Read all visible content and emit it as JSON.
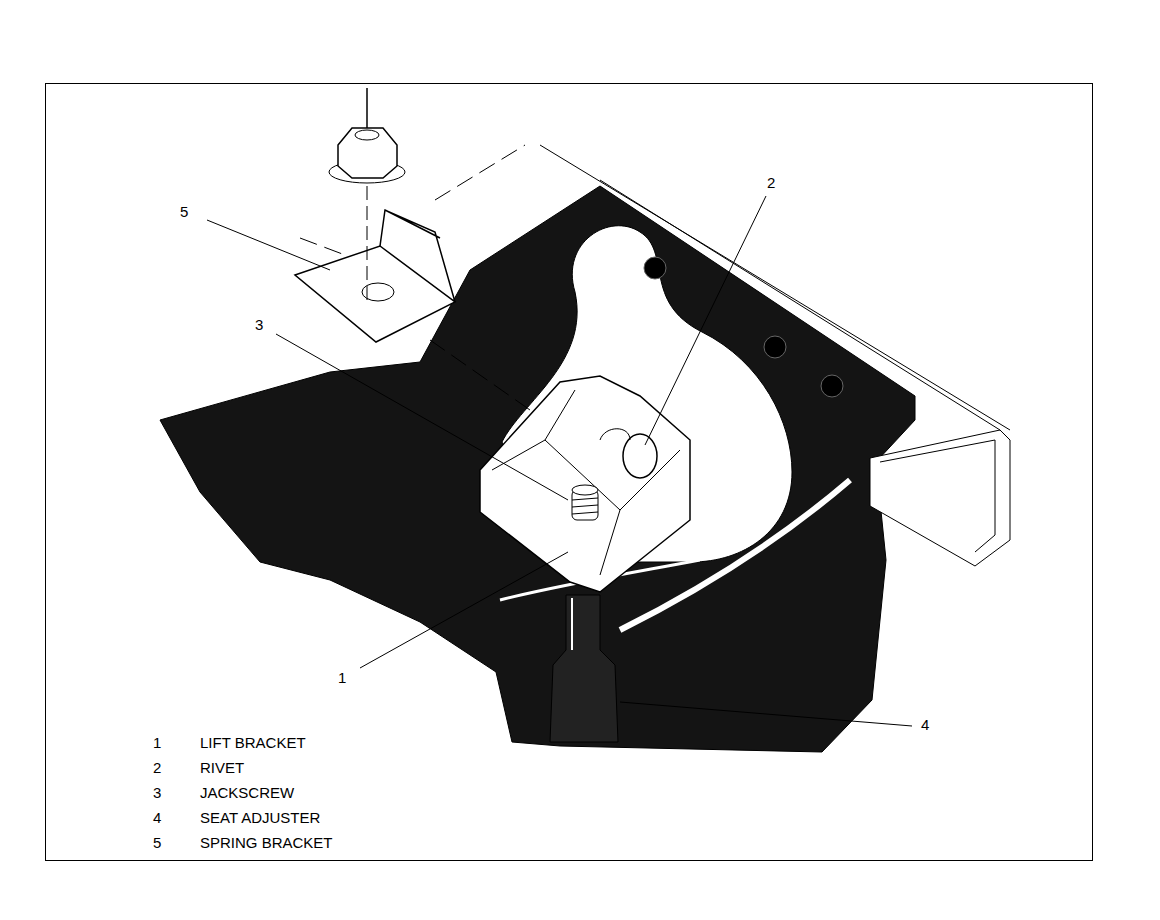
{
  "diagram": {
    "labels": [
      "5",
      "3",
      "2",
      "1",
      "4",
      "1",
      "LIFT BRACKET",
      "2",
      "RIVET",
      "3",
      "JACKSCREW",
      "4",
      "SEAT ADJUSTER",
      "5",
      "SPRING BRACKET"
    ]
  }
}
